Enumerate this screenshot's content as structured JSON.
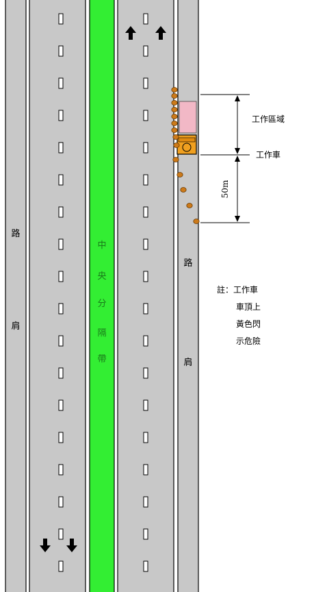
{
  "labels": {
    "shoulder_left": [
      "路",
      "肩"
    ],
    "shoulder_right": [
      "路",
      "肩"
    ],
    "median": [
      "中",
      "央",
      "分",
      "隔",
      "帶"
    ],
    "work_area": "工作區域",
    "work_vehicle": "工作車",
    "distance": "50m",
    "note_lines": [
      "註：工作車",
      "車頂上",
      "黃色閃",
      "示危險"
    ]
  },
  "colors": {
    "road": "#c8c8c8",
    "median": "#33ee33",
    "cone": "#cc7a1a",
    "work_area_fill": "#f2b8c6",
    "vehicle": "#f0a020"
  },
  "icons": {
    "up_arrow": "up-arrow-icon",
    "down_arrow": "down-arrow-icon"
  }
}
